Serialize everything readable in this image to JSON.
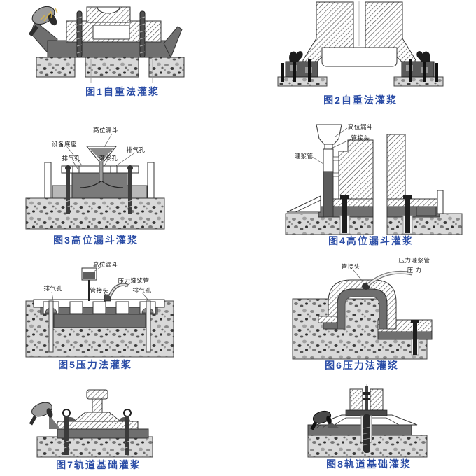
{
  "figures": [
    {
      "caption": "图1自重法灌浆",
      "labels": []
    },
    {
      "caption": "图2自重法灌浆",
      "labels": []
    },
    {
      "caption": "图3高位漏斗灌浆",
      "labels": [
        {
          "text": "高位漏斗"
        },
        {
          "text": "设备底座"
        },
        {
          "text": "排气孔"
        },
        {
          "text": "灌浆孔"
        },
        {
          "text": "排气孔"
        }
      ]
    },
    {
      "caption": "图4高位漏斗灌浆",
      "labels": [
        {
          "text": "高位漏斗"
        },
        {
          "text": "管接头"
        },
        {
          "text": "灌浆管"
        }
      ]
    },
    {
      "caption": "图5压力法灌浆",
      "labels": [
        {
          "text": "高位漏斗"
        },
        {
          "text": "排气孔"
        },
        {
          "text": "管接头"
        },
        {
          "text": "压力灌浆管"
        },
        {
          "text": "排气孔"
        }
      ]
    },
    {
      "caption": "图6压力法灌浆",
      "labels": [
        {
          "text": "管接头"
        },
        {
          "text": "压力灌浆管"
        },
        {
          "text": "压 力"
        }
      ]
    },
    {
      "caption": "图7轨道基础灌浆",
      "labels": []
    },
    {
      "caption": "图8轨道基础灌浆",
      "labels": []
    }
  ],
  "colors": {
    "caption_blue": "#2b4da6",
    "label_black": "#1a1a1a",
    "grout_gray": "#6f6f6f",
    "concrete_gray": "#d9d9d9",
    "hatch_line": "#4a4a4a",
    "watermark_yellow": "#d7b44a"
  }
}
